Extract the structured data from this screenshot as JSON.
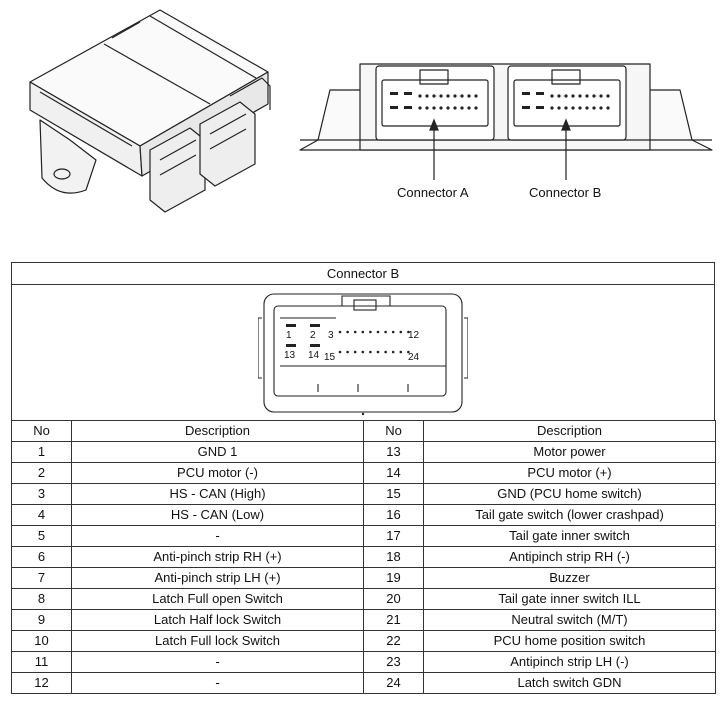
{
  "labels": {
    "connector_a": "Connector A",
    "connector_b": "Connector B"
  },
  "table": {
    "title": "Connector B",
    "headers": [
      "No",
      "Description",
      "No",
      "Description"
    ],
    "pin_labels": [
      "1",
      "2",
      "3",
      "12",
      "13",
      "14",
      "15",
      "24"
    ],
    "rows": [
      {
        "no1": "1",
        "desc1": "GND 1",
        "no2": "13",
        "desc2": "Motor power"
      },
      {
        "no1": "2",
        "desc1": "PCU motor (-)",
        "no2": "14",
        "desc2": "PCU motor (+)"
      },
      {
        "no1": "3",
        "desc1": "HS - CAN (High)",
        "no2": "15",
        "desc2": "GND (PCU home switch)"
      },
      {
        "no1": "4",
        "desc1": "HS - CAN (Low)",
        "no2": "16",
        "desc2": "Tail gate switch (lower crashpad)"
      },
      {
        "no1": "5",
        "desc1": "-",
        "no2": "17",
        "desc2": "Tail gate inner switch"
      },
      {
        "no1": "6",
        "desc1": "Anti-pinch strip RH (+)",
        "no2": "18",
        "desc2": "Antipinch strip RH (-)"
      },
      {
        "no1": "7",
        "desc1": "Anti-pinch strip LH (+)",
        "no2": "19",
        "desc2": "Buzzer"
      },
      {
        "no1": "8",
        "desc1": "Latch Full open Switch",
        "no2": "20",
        "desc2": "Tail gate inner switch ILL"
      },
      {
        "no1": "9",
        "desc1": "Latch Half lock Switch",
        "no2": "21",
        "desc2": "Neutral switch (M/T)"
      },
      {
        "no1": "10",
        "desc1": "Latch Full lock Switch",
        "no2": "22",
        "desc2": "PCU home position switch"
      },
      {
        "no1": "11",
        "desc1": "-",
        "no2": "23",
        "desc2": "Antipinch strip LH (-)"
      },
      {
        "no1": "12",
        "desc1": "-",
        "no2": "24",
        "desc2": "Latch switch GDN"
      }
    ]
  }
}
